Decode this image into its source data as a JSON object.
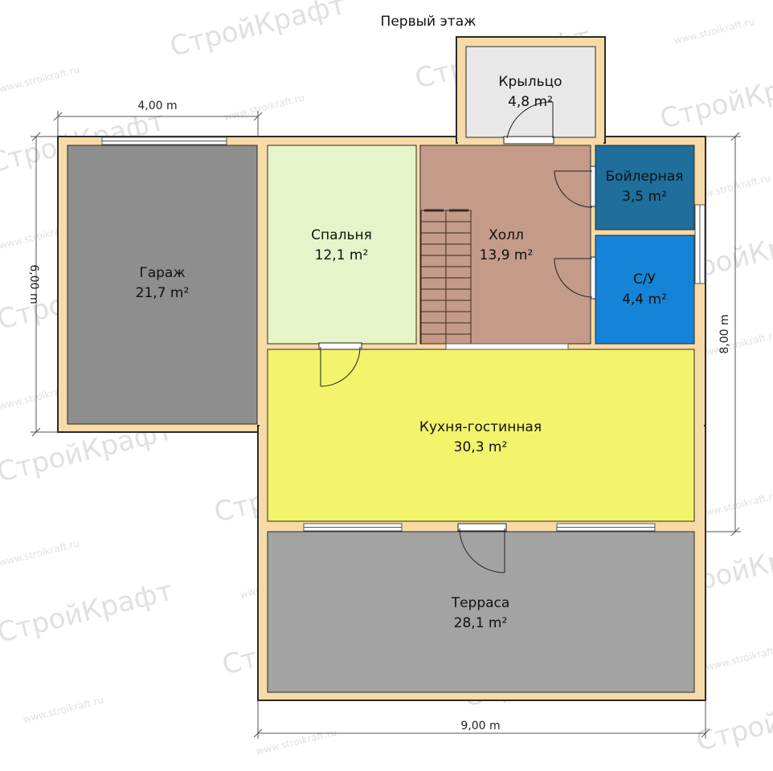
{
  "title": "Первый этаж",
  "rooms": {
    "garage": {
      "name": "Гараж",
      "area": "21,7 m²",
      "color": "#8e8e8e"
    },
    "bedroom": {
      "name": "Спальня",
      "area": "12,1 m²",
      "color": "#e6f5c9"
    },
    "hall": {
      "name": "Холл",
      "area": "13,9 m²",
      "color": "#c49a88"
    },
    "boiler": {
      "name": "Бойлерная",
      "area": "3,5 m²",
      "color": "#1f6e9c"
    },
    "bath": {
      "name": "С/У",
      "area": "4,4 m²",
      "color": "#1584d8"
    },
    "porch": {
      "name": "Крыльцо",
      "area": "4,8 m²",
      "color": "#e8e8e8"
    },
    "kitchen": {
      "name": "Кухня-гостинная",
      "area": "30,3 m²",
      "color": "#f3f36c"
    },
    "terrace": {
      "name": "Терраса",
      "area": "28,1 m²",
      "color": "#a3a3a3"
    }
  },
  "dimensions": {
    "garage_width": "4,00 m",
    "garage_depth": "6,00 m",
    "house_depth": "8,00 m",
    "house_width": "9,00 m"
  },
  "colors": {
    "wall": "#f6dba6",
    "wall_outline": "#2a2a2a"
  },
  "watermark": {
    "logo": "СтройКрафт",
    "url": "www.stroikraft.ru"
  }
}
